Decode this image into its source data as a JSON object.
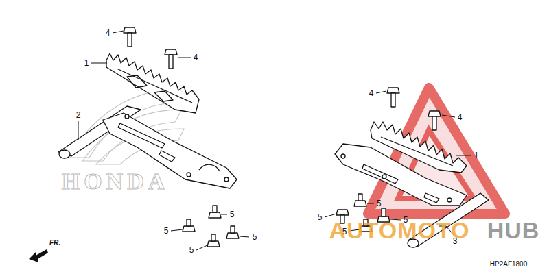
{
  "diagram": {
    "labels": [
      "4",
      "4",
      "1",
      "2",
      "4",
      "4",
      "1",
      "5",
      "5",
      "5",
      "5",
      "5",
      "5",
      "5",
      "5",
      "FR.",
      "3",
      "HP2AF1800",
      "HONDA",
      "AUTOMOTO",
      "HUB"
    ]
  }
}
